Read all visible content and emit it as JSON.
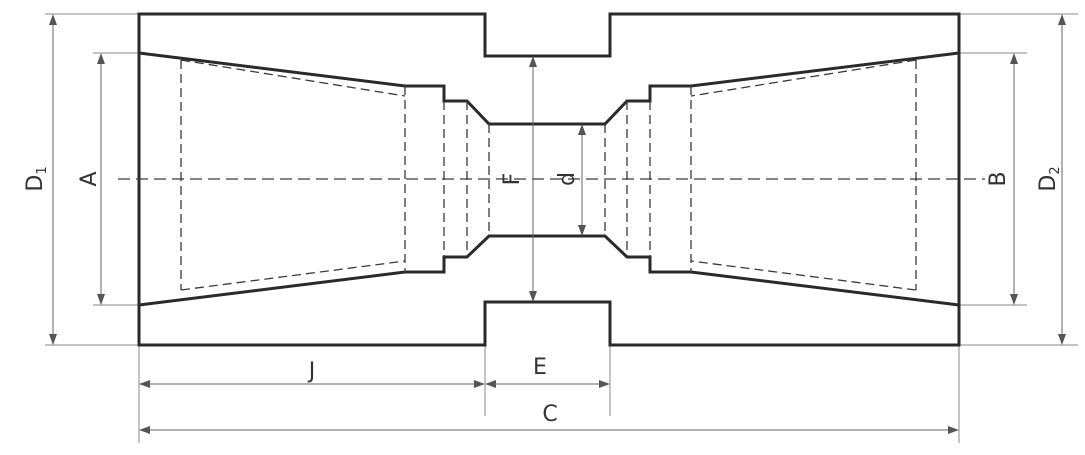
{
  "diagram": {
    "labels": {
      "D1": "D",
      "D1_sub": "1",
      "D2": "D",
      "D2_sub": "2",
      "A": "A",
      "B": "B",
      "F": "F",
      "d": "d",
      "J": "J",
      "E": "E",
      "C": "C"
    },
    "colors": {
      "outline": "#2a2a2a",
      "dimension": "#666666",
      "background": "#ffffff"
    }
  }
}
